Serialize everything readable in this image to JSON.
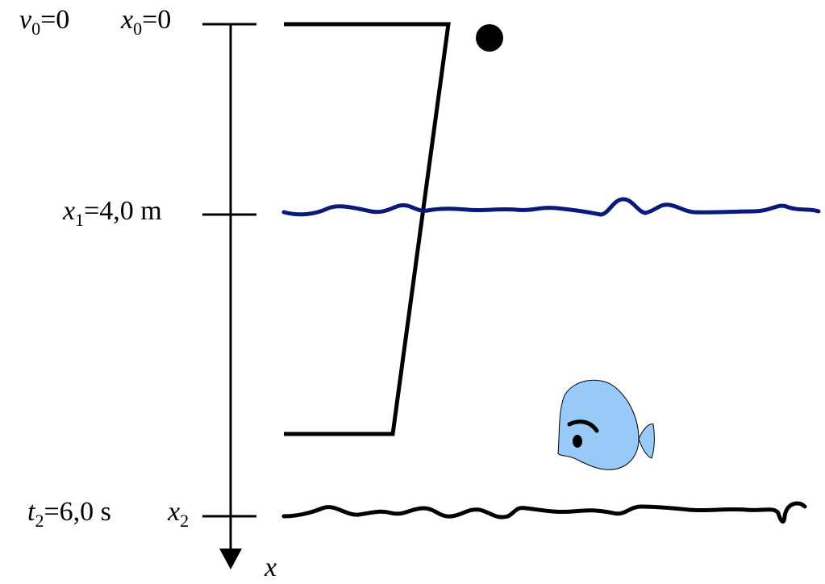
{
  "labels": {
    "v0_var": "v",
    "v0_sub": "0",
    "v0_rest": "=0",
    "x0_var": "x",
    "x0_sub": "0",
    "x0_rest": "=0",
    "x1_var": "x",
    "x1_sub": "1",
    "x1_rest": "=4,0 m",
    "t2_var": "t",
    "t2_sub": "2",
    "t2_rest": "=6,0 s",
    "x2_var": "x",
    "x2_sub": "2",
    "axis_var": "x"
  },
  "colors": {
    "ink": "#000000",
    "water": "#0a1a7a",
    "fish": "#99c9f7",
    "background": "#ffffff"
  },
  "icons": {
    "ball": "ball-icon",
    "fish": "fish-icon"
  }
}
